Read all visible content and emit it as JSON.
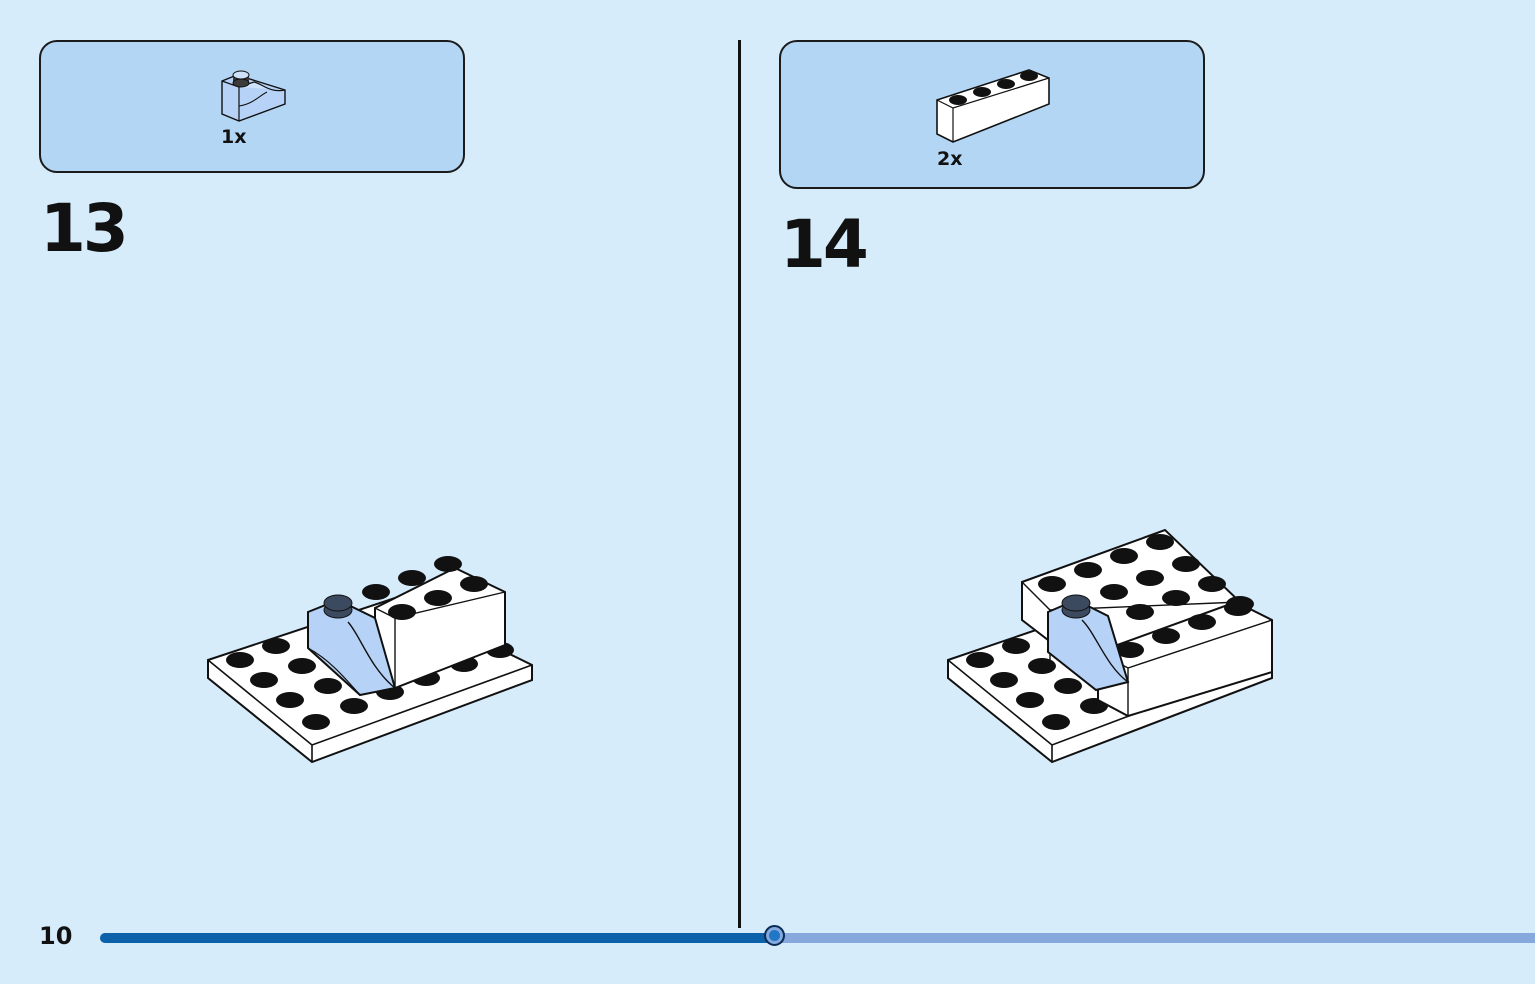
{
  "page": {
    "page_number": "10",
    "progress": 0.47
  },
  "colors": {
    "background": "#d6ecfb",
    "parts_box": "#b3d6f4",
    "brick_white": "#ffffff",
    "brick_light_blue": "#b6d3f7",
    "progress_done": "#0b62ab",
    "progress_remaining": "#86a8dc"
  },
  "steps": [
    {
      "number": "13",
      "parts": [
        {
          "quantity": "1x",
          "piece": "light-blue-1x2-arch-slope-icon"
        }
      ]
    },
    {
      "number": "14",
      "parts": [
        {
          "quantity": "2x",
          "piece": "white-1x4-brick-icon"
        }
      ]
    }
  ]
}
